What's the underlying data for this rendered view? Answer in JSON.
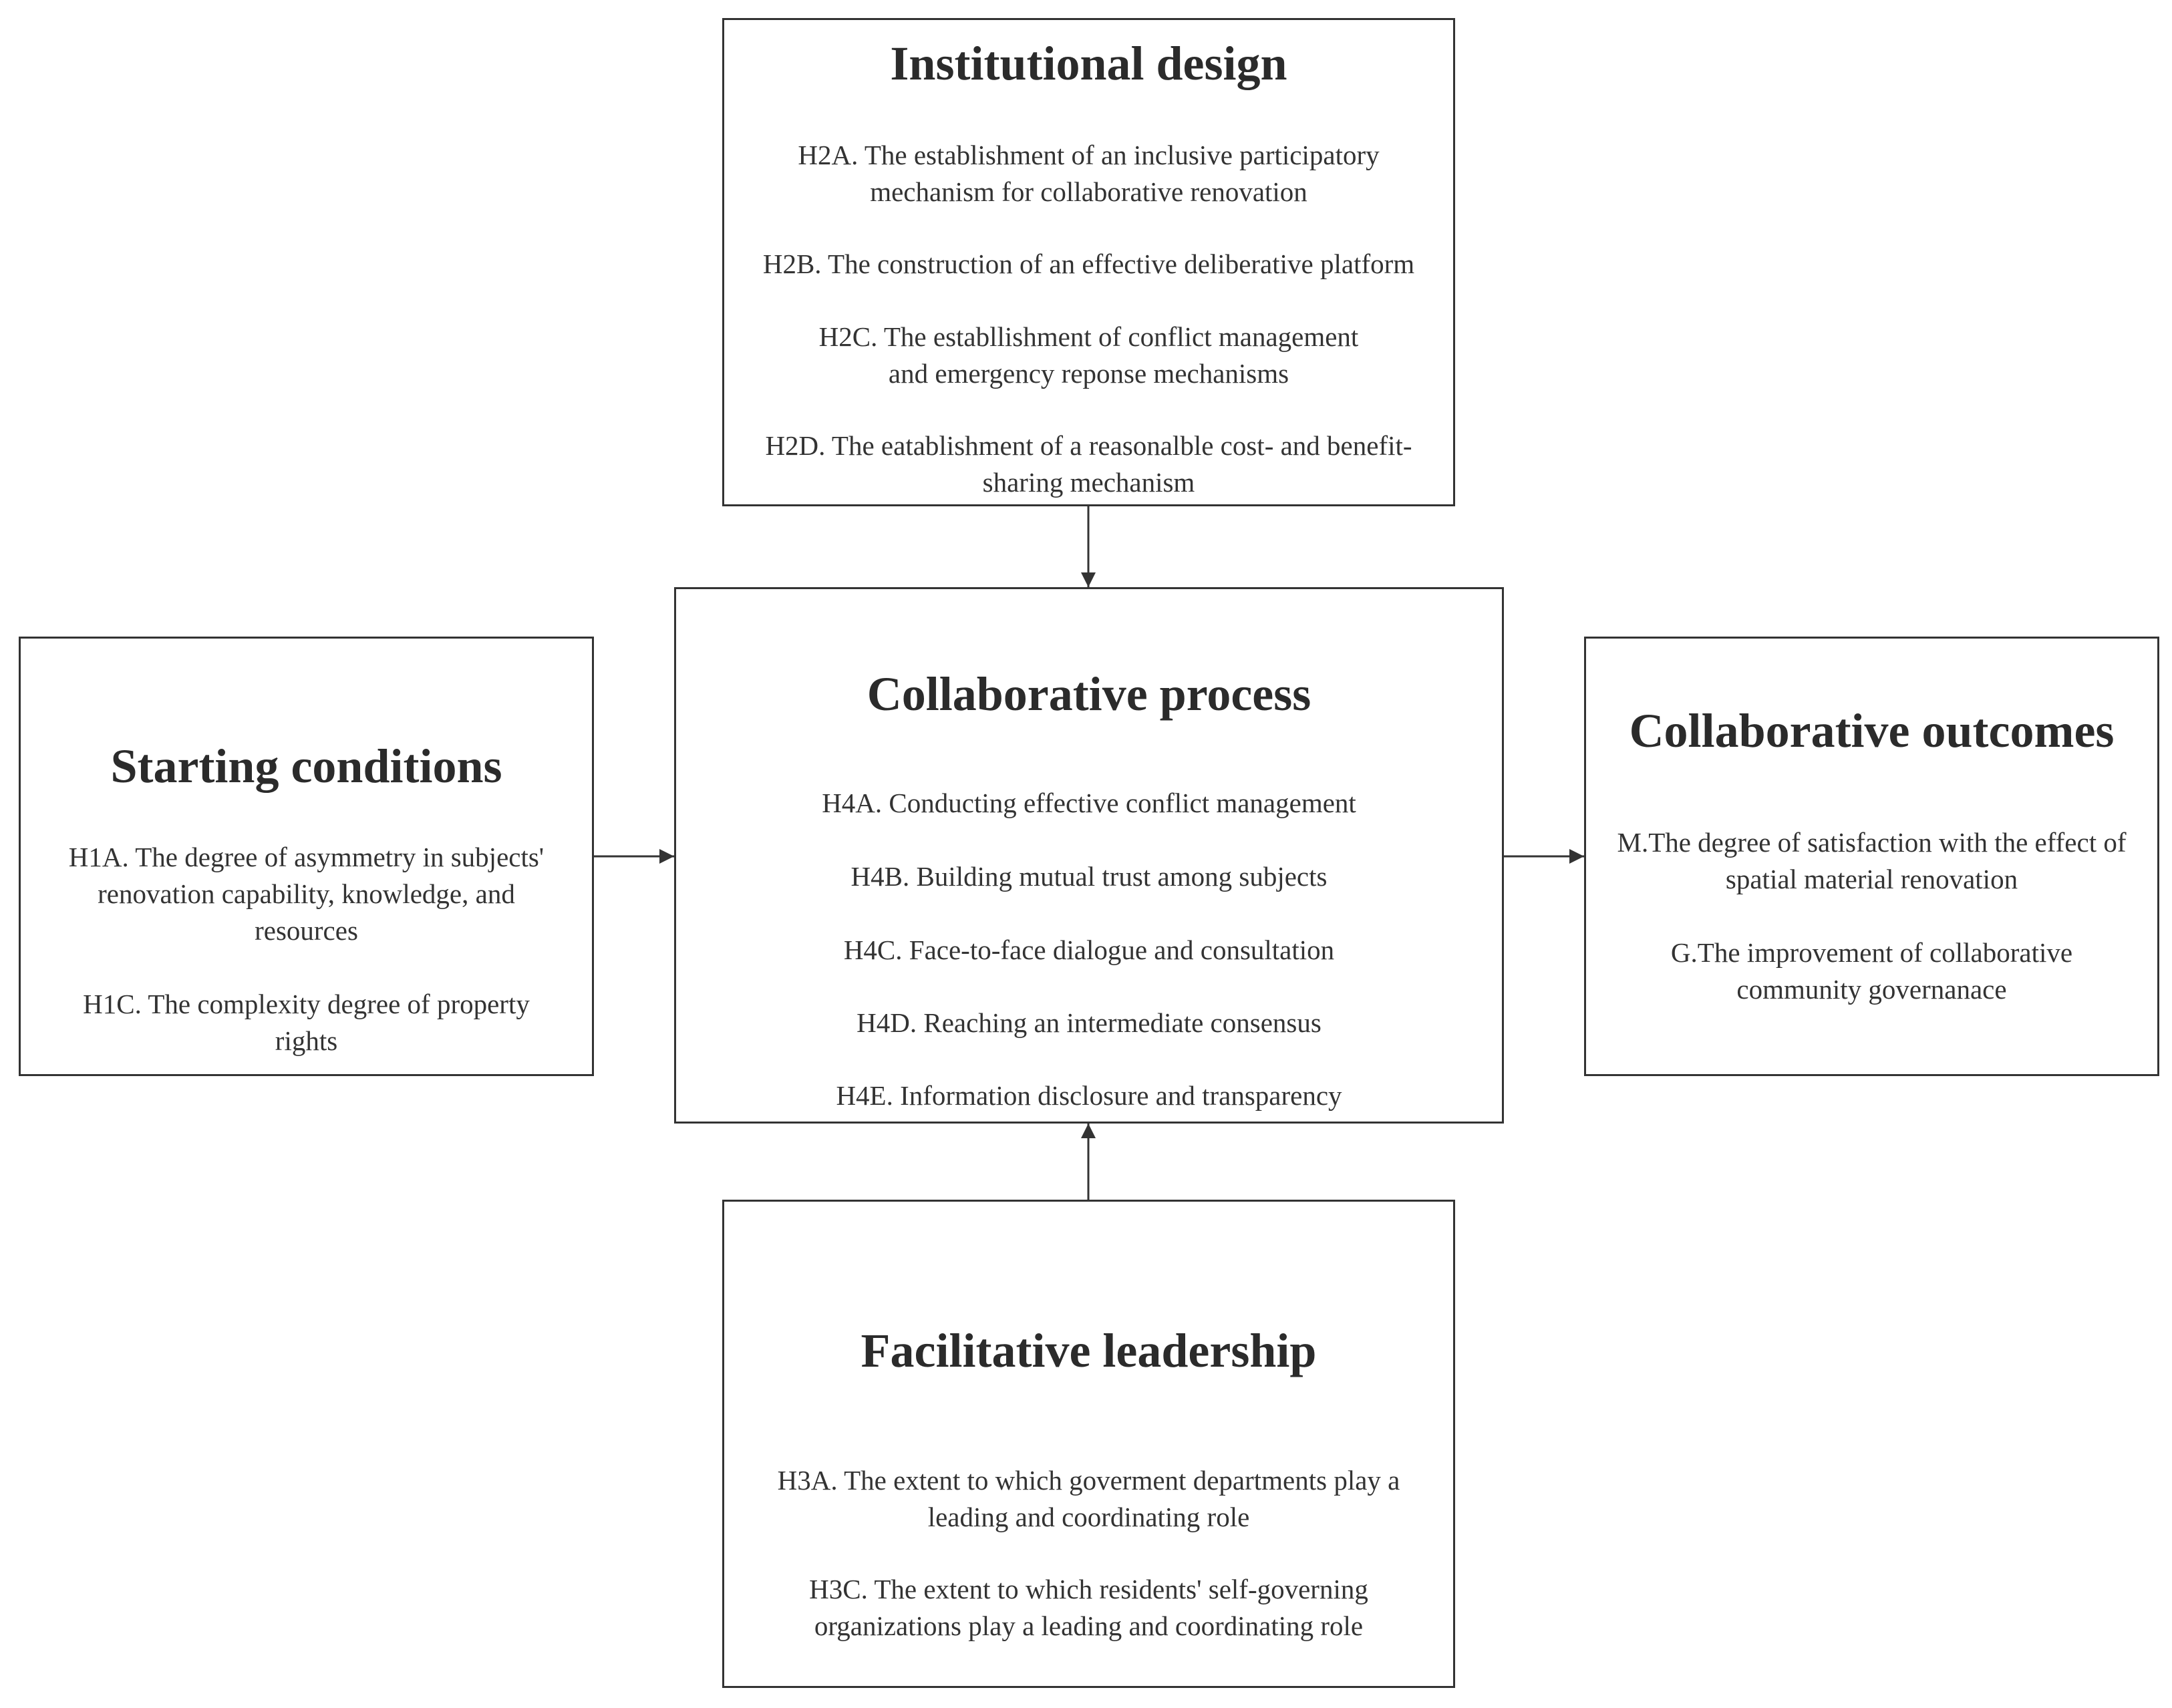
{
  "institutional_design": {
    "title": "Institutional design",
    "items": [
      {
        "lines": [
          "H2A. The establishment of an inclusive participatory",
          "mechanism for collaborative renovation"
        ]
      },
      {
        "lines": [
          "H2B. The construction of an effective deliberative platform"
        ]
      },
      {
        "lines": [
          "H2C. The establlishment of conflict management",
          "and emergency reponse mechanisms"
        ]
      },
      {
        "lines": [
          "H2D. The eatablishment of a reasonalble cost- and benefit-",
          "sharing mechanism"
        ]
      }
    ]
  },
  "collaborative_process": {
    "title": "Collaborative process",
    "items": [
      {
        "lines": [
          "H4A. Conducting effective conflict management"
        ]
      },
      {
        "lines": [
          "H4B. Building mutual trust among subjects"
        ]
      },
      {
        "lines": [
          "H4C. Face-to-face dialogue and consultation"
        ]
      },
      {
        "lines": [
          "H4D. Reaching an intermediate consensus"
        ]
      },
      {
        "lines": [
          "H4E. Information disclosure and transparency"
        ]
      }
    ]
  },
  "starting_conditions": {
    "title": "Starting conditions",
    "items": [
      {
        "lines": [
          "H1A. The degree of asymmetry in subjects'",
          "renovation capability, knowledge, and",
          "resources"
        ]
      },
      {
        "lines": [
          "H1C. The complexity degree of property",
          "rights"
        ]
      }
    ]
  },
  "collaborative_outcomes": {
    "title": "Collaborative outcomes",
    "items": [
      {
        "lines": [
          "M.The degree of satisfaction with the effect of",
          "spatial material renovation"
        ]
      },
      {
        "lines": [
          "G.The improvement of collaborative",
          "community governanace"
        ]
      }
    ]
  },
  "facilitative_leadership": {
    "title": "Facilitative leadership",
    "items": [
      {
        "lines": [
          "H3A. The extent to which goverment departments play a",
          "leading and coordinating role"
        ]
      },
      {
        "lines": [
          "H3C. The extent to which residents' self-governing",
          "organizations play a leading and coordinating role"
        ]
      }
    ]
  },
  "colors": {
    "line": "#333333",
    "text": "#333333",
    "background": "#ffffff"
  }
}
